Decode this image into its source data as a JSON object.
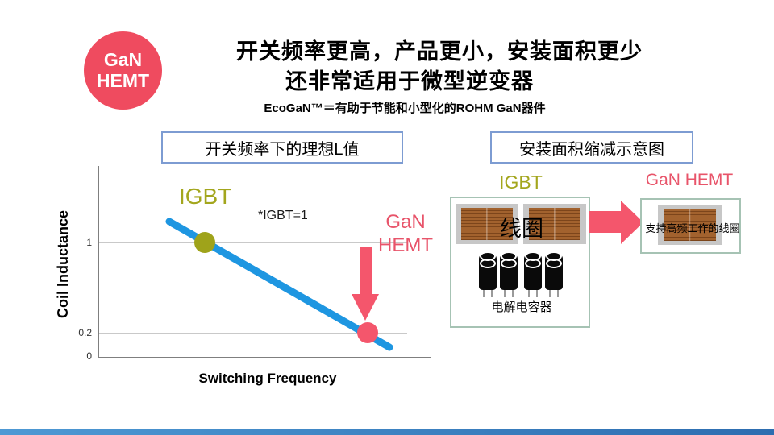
{
  "badge": {
    "line1": "GaN",
    "line2": "HEMT"
  },
  "header": {
    "title_line1": "开关频率更高，产品更小，安装面积更少",
    "title_line2": "还非常适用于微型逆变器",
    "subtitle": "EcoGaN™＝有助于节能和小型化的ROHM  GaN器件"
  },
  "sections": {
    "chart_label": "开关频率下的理想L值",
    "diagram_label": "安装面积缩减示意图"
  },
  "chart_data": {
    "type": "line",
    "title": "开关频率下的理想L值",
    "xlabel": "Switching Frequency",
    "ylabel": "Coil Inductance",
    "yticks": [
      "1",
      "0.2",
      "0"
    ],
    "ylim": [
      0,
      1.6
    ],
    "grid": "horizontal gridlines at y=1 and y=0.2",
    "note": "*IGBT=1",
    "series": [
      {
        "name": "ideal coil inductance vs switching frequency",
        "style": "straight descending thick blue line",
        "points": [
          {
            "label": "IGBT",
            "x": "low switching frequency",
            "y": 1
          },
          {
            "label": "GaN HEMT",
            "x": "high switching frequency",
            "y": 0.2
          }
        ]
      }
    ],
    "annotations": {
      "igbt_label": "IGBT",
      "gan_label_line1": "GaN",
      "gan_label_line2": "HEMT"
    }
  },
  "diagram": {
    "igbt": {
      "title": "IGBT",
      "coil_label": "线圈",
      "capacitor_count": 4,
      "capacitor_label": "电解电容器"
    },
    "gan": {
      "title": "GaN HEMT",
      "coil_label": "支持高频工作的线圈"
    }
  },
  "colors": {
    "accent_pink": "#EF4B5F",
    "arrow_pink": "#F4566C",
    "pink_text": "#E8546A",
    "olive_green": "#A3A61D",
    "olive_dot": "#9FA31A",
    "line_blue": "#1E96E1",
    "label_box_border": "#7D9CD2",
    "panel_border": "#A6C3B4",
    "coil_brown": "#9A5A28",
    "coil_frame_gray": "#C7C7C7",
    "footer_blue": "#2D6DB0"
  }
}
